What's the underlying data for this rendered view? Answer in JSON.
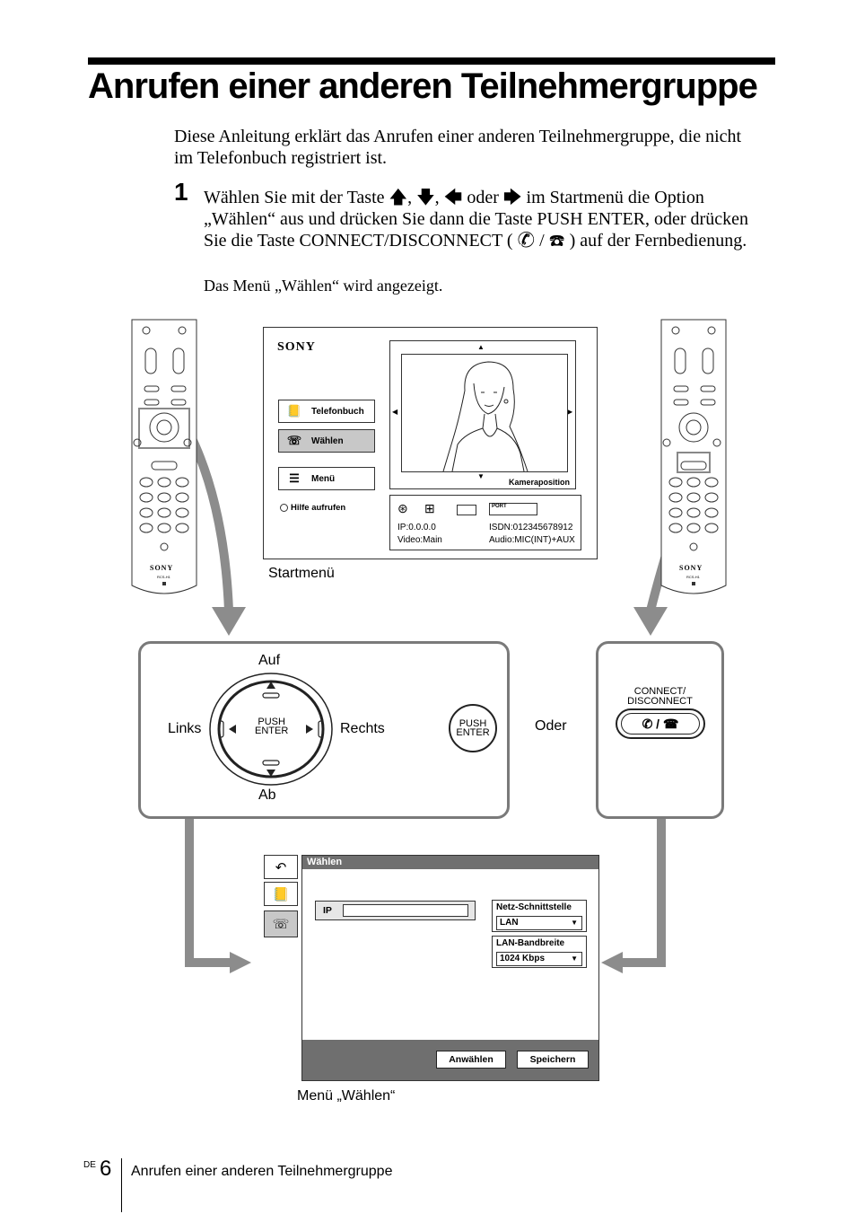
{
  "page": {
    "title": "Anrufen einer anderen Teilnehmergruppe",
    "intro": "Diese Anleitung erklärt das Anrufen einer anderen Teilnehmergruppe, die nicht im Telefonbuch registriert ist.",
    "step_number": "1",
    "step_text_a": "Wählen Sie mit der Taste ",
    "step_text_b": " oder ",
    "step_text_c": " im Startmenü die Option „Wählen“ aus und drücken Sie dann die Taste PUSH ENTER, oder drücken Sie die Taste CONNECT/DISCONNECT ( ",
    "step_text_d": " ) auf der Fernbedienung.",
    "step_result": "Das Menü „Wählen“ wird angezeigt."
  },
  "start_menu": {
    "brand": "SONY",
    "items": [
      "Telefonbuch",
      "Wählen",
      "Menü"
    ],
    "help": "Hilfe aufrufen",
    "camera_label": "Kameraposition",
    "port_label": "PORT",
    "ip": "IP:0.0.0.0",
    "isdn": "ISDN:012345678912",
    "video": "Video:Main",
    "audio": "Audio:MIC(INT)+AUX",
    "caption": "Startmenü"
  },
  "remote": {
    "brand": "SONY",
    "model": "RCS-H1"
  },
  "joystick_panel": {
    "up": "Auf",
    "down": "Ab",
    "left": "Links",
    "right": "Rechts",
    "push_line1": "PUSH",
    "push_line2": "ENTER",
    "or": "Oder"
  },
  "connect_panel": {
    "label_line1": "CONNECT/",
    "label_line2": "DISCONNECT"
  },
  "dial_menu": {
    "title": "Wählen",
    "ip_label": "IP",
    "ip_value": "",
    "interface_label": "Netz-Schnittstelle",
    "interface_value": "LAN",
    "bandwidth_label": "LAN-Bandbreite",
    "bandwidth_value": "1024 Kbps",
    "dial_button": "Anwählen",
    "save_button": "Speichern",
    "caption": "Menü „Wählen“"
  },
  "footer": {
    "lang": "DE",
    "page_number": "6",
    "section": "Anrufen einer anderen Teilnehmergruppe"
  },
  "colors": {
    "arrow_gray": "#8c8c8c",
    "panel_border": "#7a7a7a",
    "title_bar": "#6f6f6f"
  }
}
